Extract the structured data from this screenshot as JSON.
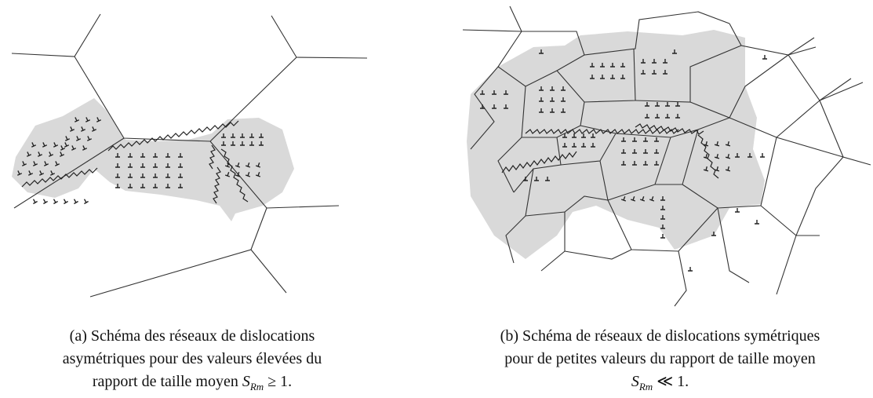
{
  "figure": {
    "panel_a": {
      "label": "(a)",
      "caption_lines": [
        "Schéma des réseaux de dislocations",
        "asymétriques pour des valeurs élevées du",
        "rapport de taille moyen"
      ],
      "math_symbol": "S",
      "math_subscript": "Rm",
      "math_relation": " ≥ 1."
    },
    "panel_b": {
      "label": "(b)",
      "caption_lines": [
        "Schéma de réseaux de dislocations symétriques",
        "pour de petites valeurs du rapport de taille moyen"
      ],
      "math_symbol": "S",
      "math_subscript": "Rm",
      "math_relation": " ≪ 1."
    }
  }
}
